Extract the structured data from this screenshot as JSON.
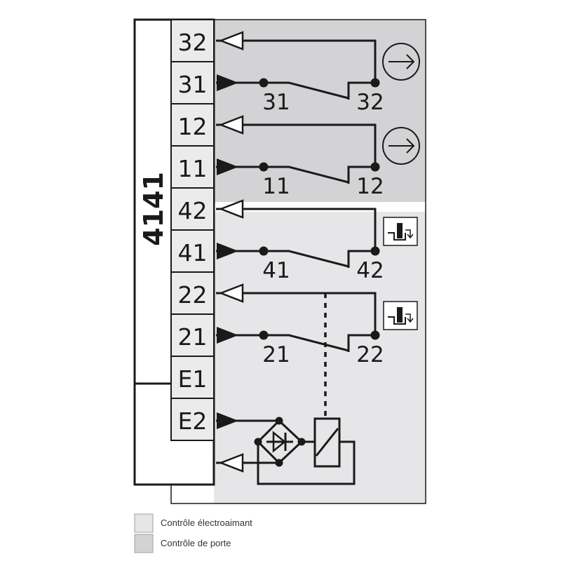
{
  "module": {
    "label": "4141"
  },
  "colors": {
    "door_control_bg": "#d3d3d5",
    "magnet_control_bg": "#e6e6e8",
    "terminal_bg": "#ebebeb",
    "line": "#1a1a1a"
  },
  "terminals": [
    "32",
    "31",
    "12",
    "11",
    "42",
    "41",
    "22",
    "21",
    "E1",
    "E2"
  ],
  "contacts": [
    {
      "common": "31",
      "switched": "32",
      "icon": "direct-opening-icon"
    },
    {
      "common": "11",
      "switched": "12",
      "icon": "direct-opening-icon"
    },
    {
      "common": "41",
      "switched": "42",
      "icon": "plunger-actuator-icon"
    },
    {
      "common": "21",
      "switched": "22",
      "icon": "plunger-actuator-icon"
    }
  ],
  "legend": [
    {
      "label": "Contrôle électroaimant",
      "color": "#e6e6e8"
    },
    {
      "label": "Contrôle de porte",
      "color": "#d3d3d5"
    }
  ]
}
